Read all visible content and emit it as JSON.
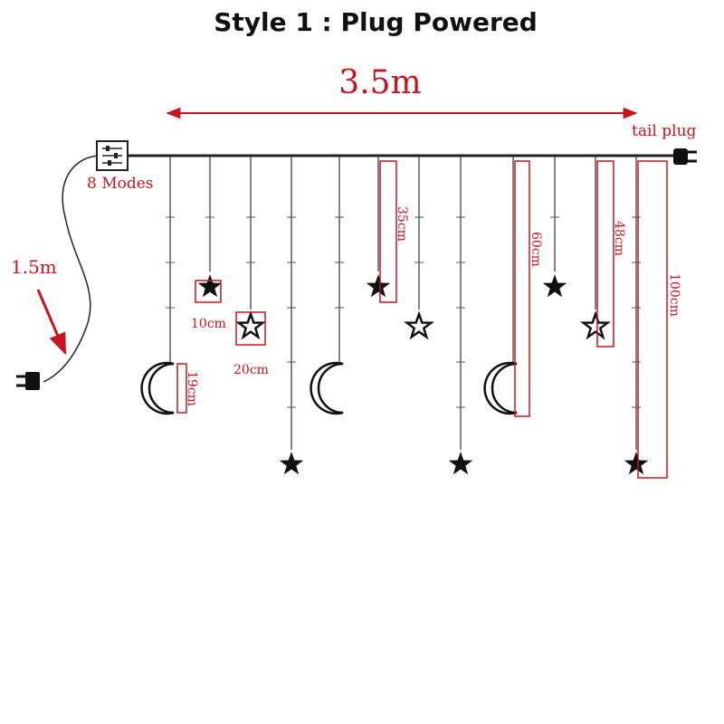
{
  "title": "Style 1 : Plug Powered",
  "width_label": "3.5m",
  "tail_plug_label": "tail plug",
  "controller_label": "8 Modes",
  "cable_label": "1.5m",
  "dimension_labels": {
    "star_small": "10cm",
    "star_large": "20cm",
    "moon": "19cm",
    "drop_35": "35cm",
    "drop_60": "60cm",
    "drop_48": "48cm",
    "drop_100": "100cm"
  },
  "colors": {
    "accent": "#c8141e",
    "line": "#222222"
  }
}
